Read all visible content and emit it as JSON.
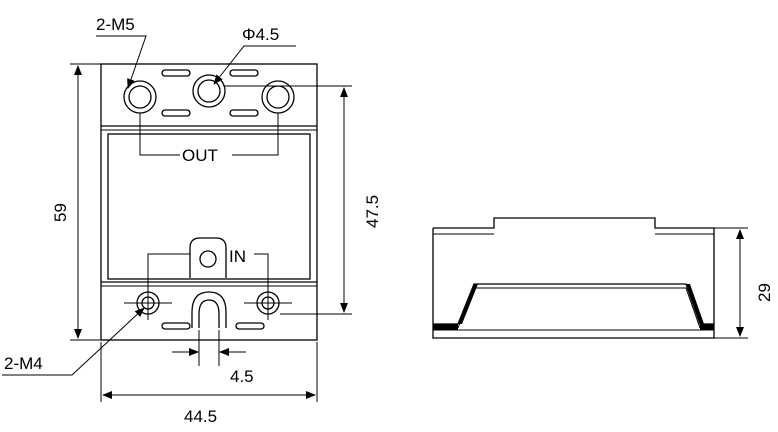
{
  "labels": {
    "m5": "2-M5",
    "phi": "Φ4.5",
    "out": "OUT",
    "in": "IN",
    "m4": "2-M4",
    "height": "59",
    "inner_height": "47.5",
    "hole_width": "4.5",
    "width": "44.5",
    "depth": "29"
  },
  "colors": {
    "stroke": "#000000",
    "background": "#ffffff"
  }
}
